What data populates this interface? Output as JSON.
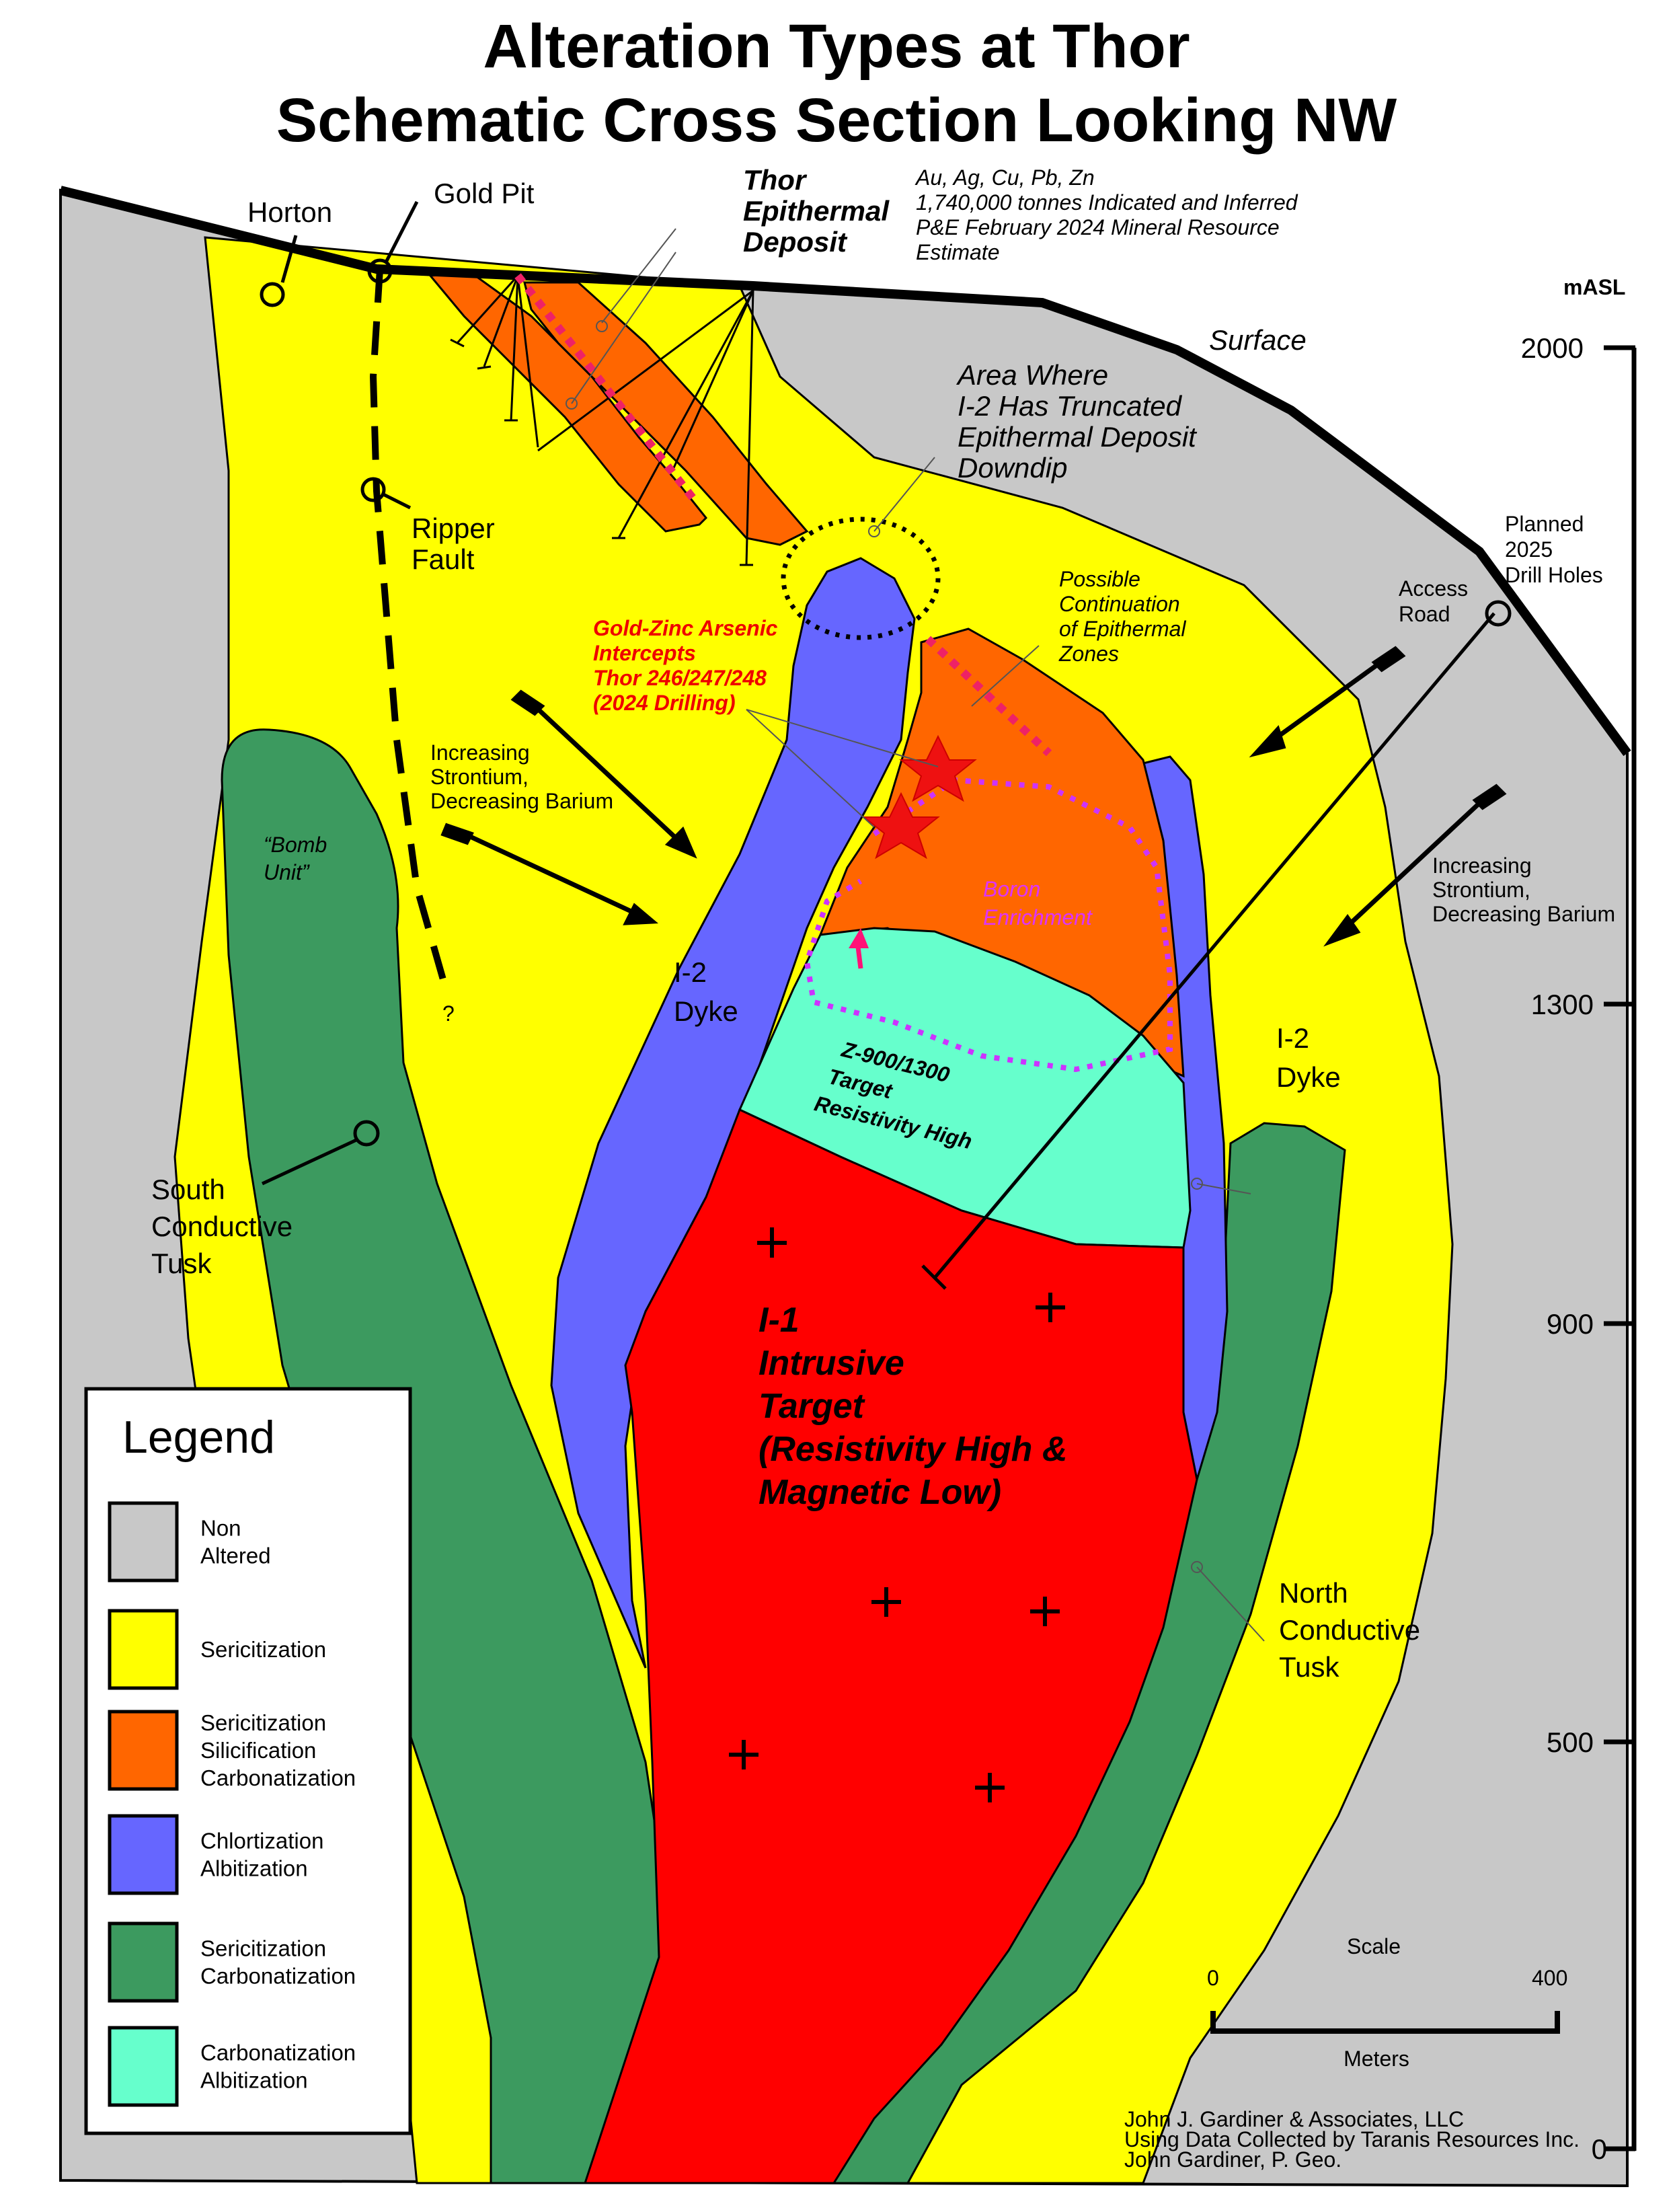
{
  "title": {
    "line1": "Alteration Types at Thor",
    "line2": "Schematic Cross Section Looking NW"
  },
  "labels": {
    "horton": "Horton",
    "gold_pit": "Gold Pit",
    "thor_1": "Thor",
    "thor_2": "Epithermal",
    "thor_3": "Deposit",
    "resource_1": "Au, Ag, Cu, Pb, Zn",
    "resource_2": "1,740,000 tonnes Indicated and Inferred",
    "resource_3": "P&E February 2024 Mineral Resource",
    "resource_4": "Estimate",
    "masl": "mASL",
    "surface": "Surface",
    "area_1": "Area Where",
    "area_2": "I-2 Has Truncated",
    "area_3": "Epithermal Deposit",
    "area_4": "Downdip",
    "ripper_1": "Ripper",
    "ripper_2": "Fault",
    "planned_1": "Planned",
    "planned_2": "2025",
    "planned_3": "Drill Holes",
    "access_1": "Access",
    "access_2": "Road",
    "possible_1": "Possible",
    "possible_2": "Continuation",
    "possible_3": "of Epithermal",
    "possible_4": "Zones",
    "gz_1": "Gold-Zinc Arsenic",
    "gz_2": "Intercepts",
    "gz_3": "Thor 246/247/248",
    "gz_4": "(2024 Drilling)",
    "sr_left_1": "Increasing",
    "sr_left_2": "Strontium,",
    "sr_left_3": "Decreasing Barium",
    "sr_right_1": "Increasing",
    "sr_right_2": "Strontium,",
    "sr_right_3": "Decreasing Barium",
    "bomb_1": "“Bomb",
    "bomb_2": "Unit”",
    "boron_1": "Boron",
    "boron_2": "Enrichment",
    "question": "?",
    "i2_left_1": "I-2",
    "i2_left_2": "Dyke",
    "i2_right_1": "I-2",
    "i2_right_2": "Dyke",
    "z_1": "Z-900/1300",
    "z_2": "Target",
    "z_3": "Resistivity High",
    "south_1": "South",
    "south_2": "Conductive",
    "south_3": "Tusk",
    "north_1": "North",
    "north_2": "Conductive",
    "north_3": "Tusk",
    "i1_1": "I-1",
    "i1_2": "Intrusive",
    "i1_3": "Target",
    "i1_4": "(Resistivity High &",
    "i1_5": "Magnetic Low)",
    "scale_title": "Scale",
    "scale_0": "0",
    "scale_400": "400",
    "scale_unit": "Meters",
    "credit_1": "John J. Gardiner & Associates, LLC",
    "credit_2": "Using Data Collected by Taranis Resources Inc.",
    "credit_3": "John Gardiner, P. Geo."
  },
  "elevation_axis": {
    "unit": "mASL",
    "ticks": [
      "2000",
      "1300",
      "900",
      "500",
      "0"
    ]
  },
  "legend": {
    "title": "Legend",
    "items": [
      {
        "lines": [
          "Non",
          "Altered"
        ],
        "color": "#c8c8c8"
      },
      {
        "lines": [
          "Sericitization"
        ],
        "color": "#ffff00"
      },
      {
        "lines": [
          "Sericitization",
          "Silicification",
          "Carbonatization"
        ],
        "color": "#ff6600"
      },
      {
        "lines": [
          "Chlortization",
          "Albitization"
        ],
        "color": "#6666ff"
      },
      {
        "lines": [
          "Sericitization",
          "Carbonatization"
        ],
        "color": "#3c9a5f"
      },
      {
        "lines": [
          "Carbonatization",
          "Albitization"
        ],
        "color": "#66ffcc"
      }
    ]
  },
  "colors": {
    "non_altered": "#c8c8c8",
    "sericitization": "#ffff00",
    "epithermal": "#ff6600",
    "dyke": "#6666ff",
    "tusk": "#3c9a5f",
    "carbonatization": "#66ffcc",
    "intrusive": "#ff0000",
    "boron": "#cc33ff",
    "intercept_star": "#ee1111",
    "projection_line": "#ee2266"
  }
}
